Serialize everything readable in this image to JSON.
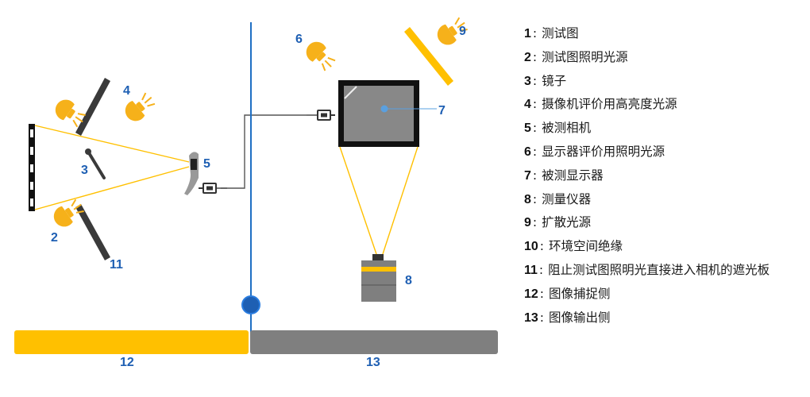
{
  "colors": {
    "accent_blue": "#1e5fb3",
    "divider_blue": "#1f6fc4",
    "capture_yellow": "#ffc000",
    "output_gray": "#7f7f7f",
    "light_bulb": "#f6b11a",
    "screen_gray": "#888888"
  },
  "icons": {
    "lamp": "lamp-icon",
    "camera": "camera-icon",
    "connector": "usb-connector-icon",
    "instrument": "measuring-instrument-icon"
  },
  "diagram": {
    "labels": {
      "n1": "",
      "n2": "2",
      "n3": "3",
      "n4": "4",
      "n5": "5",
      "n6": "6",
      "n7": "7",
      "n8": "8",
      "n9": "9",
      "n11": "11",
      "n12": "12",
      "n13": "13"
    }
  },
  "legend": {
    "separator": ":",
    "items": [
      {
        "num": "1",
        "text": "测试图"
      },
      {
        "num": "2",
        "text": "测试图照明光源"
      },
      {
        "num": "3",
        "text": "镜子"
      },
      {
        "num": "4",
        "text": "摄像机评价用高亮度光源"
      },
      {
        "num": "5",
        "text": "被测相机"
      },
      {
        "num": "6",
        "text": "显示器评价用照明光源"
      },
      {
        "num": "7",
        "text": "被测显示器"
      },
      {
        "num": "8",
        "text": "测量仪器"
      },
      {
        "num": "9",
        "text": "扩散光源"
      },
      {
        "num": "10",
        "text": "环境空间绝缘"
      },
      {
        "num": "11",
        "text": "阻止测试图照明光直接进入相机的遮光板"
      },
      {
        "num": "12",
        "text": "图像捕捉侧"
      },
      {
        "num": "13",
        "text": "图像输出侧"
      }
    ]
  }
}
